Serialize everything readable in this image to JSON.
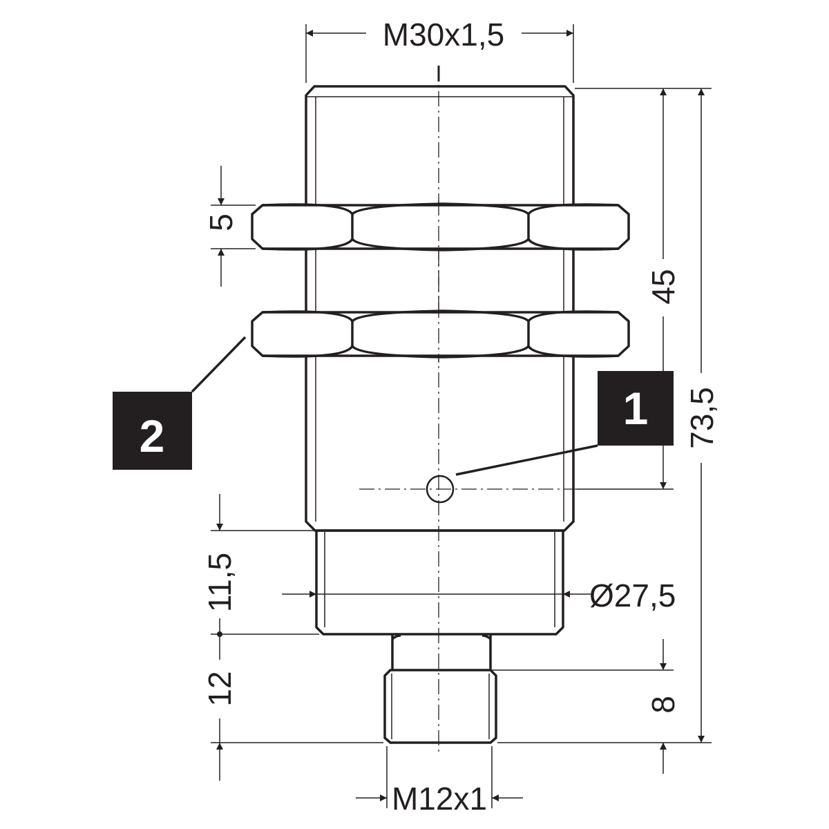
{
  "dimensions": {
    "thread_main": "M30x1,5",
    "nut_height": "5",
    "length_to_spot": "45",
    "total_length": "73,5",
    "diameter": "Ø27,5",
    "lower_section": "11,5",
    "connector_length": "12",
    "connector_thread_length": "8",
    "connector_thread": "M12x1"
  },
  "callouts": [
    "1",
    "2"
  ]
}
